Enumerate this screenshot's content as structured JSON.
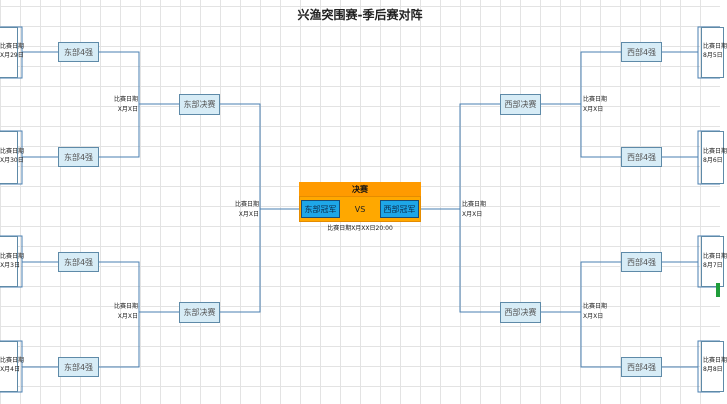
{
  "title": "兴渔突围赛-季后赛对阵",
  "colors": {
    "final_header": "#ff9a00",
    "final_team": "#1ea6e8",
    "team_box": "#d7ecf6",
    "line": "#4a7fb0"
  },
  "left": {
    "edge_dates": [
      "比赛日期",
      "X月29日",
      "比赛日期",
      "X月30日",
      "比赛日期",
      "X月3日",
      "比赛日期",
      "X月4日"
    ],
    "quarter": [
      "东部4强",
      "东部4强",
      "东部4强",
      "东部4强"
    ],
    "semi_dates": [
      "比赛日期",
      "X月X日",
      "比赛日期",
      "X月X日"
    ],
    "semi": [
      "东部决赛",
      "东部决赛"
    ],
    "final_dates": [
      "比赛日期",
      "X月X日"
    ]
  },
  "right": {
    "edge_dates": [
      "比赛日期",
      "8月5日",
      "比赛日期",
      "8月6日",
      "比赛日期",
      "8月7日",
      "比赛日期",
      "8月8日"
    ],
    "quarter": [
      "西部4强",
      "西部4强",
      "西部4强",
      "西部4强"
    ],
    "semi_dates": [
      "比赛日期",
      "X月X日",
      "比赛日期",
      "X月X日"
    ],
    "semi": [
      "西部决赛",
      "西部决赛"
    ],
    "final_dates": [
      "比赛日期",
      "X月X日"
    ]
  },
  "final": {
    "header": "决赛",
    "east": "东部冠军",
    "vs": "VS",
    "west": "西部冠军",
    "date": "比赛日期X月XX日20:00"
  }
}
